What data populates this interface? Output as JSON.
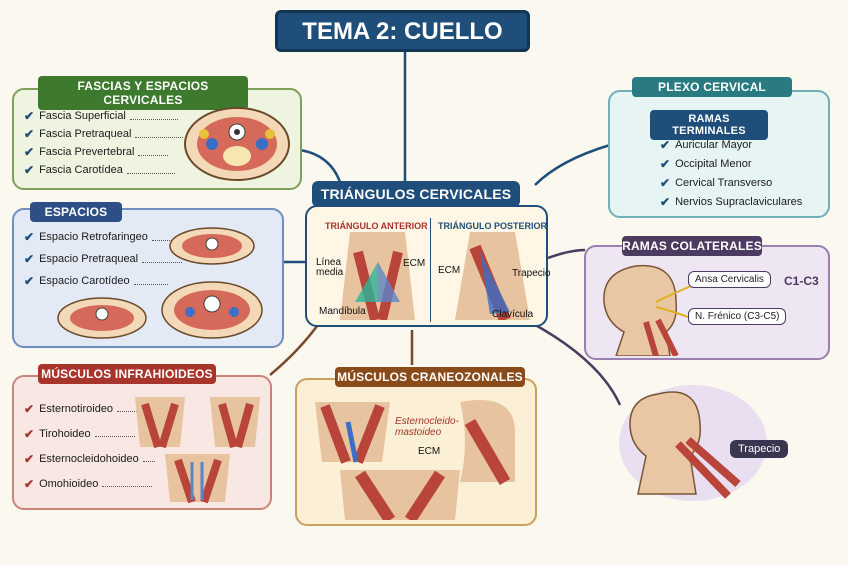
{
  "title": "TEMA 2: CUELLO",
  "fascias": {
    "header": "FASCIAS Y ESPACIOS CERVICALES",
    "items": [
      "Fascia Superficial",
      "Fascia Pretraqueal",
      "Fascia Prevertebral",
      "Fascia Carotídea"
    ]
  },
  "espacios": {
    "header": "ESPACIOS",
    "items": [
      "Espacio Retrofaringeo",
      "Espacio Pretraqueal",
      "Espacio Carotídeo"
    ]
  },
  "infrahioideos": {
    "header": "MÚSCULOS INFRAHIOIDEOS",
    "items": [
      "Esternotiroideo",
      "Tirohoideo",
      "Esternocleidohoideo",
      "Omohioideo"
    ]
  },
  "triangulos": {
    "header": "TRIÁNGULOS CERVICALES",
    "anterior": {
      "title": "TRIÁNGULO ANTERIOR",
      "labels": [
        "Línea media",
        "ECM",
        "Mandíbula"
      ]
    },
    "posterior": {
      "title": "TRIÁNGULO POSTERIOR",
      "labels": [
        "ECM",
        "Trapecio",
        "Clavícula"
      ]
    }
  },
  "craneozonales": {
    "header": "MÚSCULOS CRANEOZONALES",
    "labels": [
      "Esternocleido-mastoideo",
      "ECM"
    ]
  },
  "plexo": {
    "header": "PLEXO CERVICAL",
    "subheader": "RAMAS TERMINALES",
    "items": [
      "Auricular Mayor",
      "Occipital Menor",
      "Cervical Transverso",
      "Nervios Supraclaviculares"
    ]
  },
  "colaterales": {
    "header": "RAMAS COLATERALES",
    "ansa": "Ansa Cervicalis",
    "ansa_level": "C1-C3",
    "frenico": "N. Frénico (C3-C5)"
  },
  "trapecio": {
    "label": "Trapecio"
  },
  "icons": {
    "check": "check-icon"
  },
  "colors": {
    "title": "#1f4e7a",
    "fascias": "#3d7a2e",
    "espacios": "#2e4f86",
    "infrahioideos": "#a7352b",
    "triangulos": "#1f4e7a",
    "craneozonales": "#8a4b1a",
    "plexo": "#2a7a82",
    "colaterales": "#4d3a60"
  }
}
